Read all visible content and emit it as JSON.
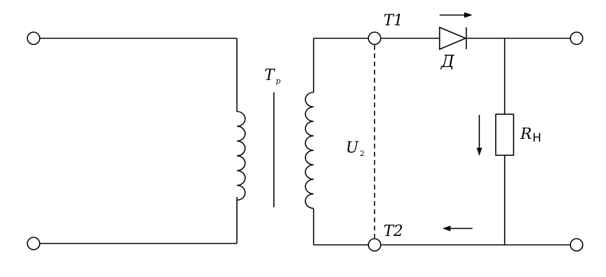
{
  "labels": {
    "transformer_main": "T",
    "transformer_sub": "р",
    "terminal_top": "T1",
    "terminal_bottom": "T2",
    "diode": "Д",
    "voltage_main": "U",
    "voltage_sub": "2",
    "resistor_main": "R",
    "resistor_sub": "Н"
  },
  "colors": {
    "line": "#000000",
    "background": "#ffffff"
  }
}
